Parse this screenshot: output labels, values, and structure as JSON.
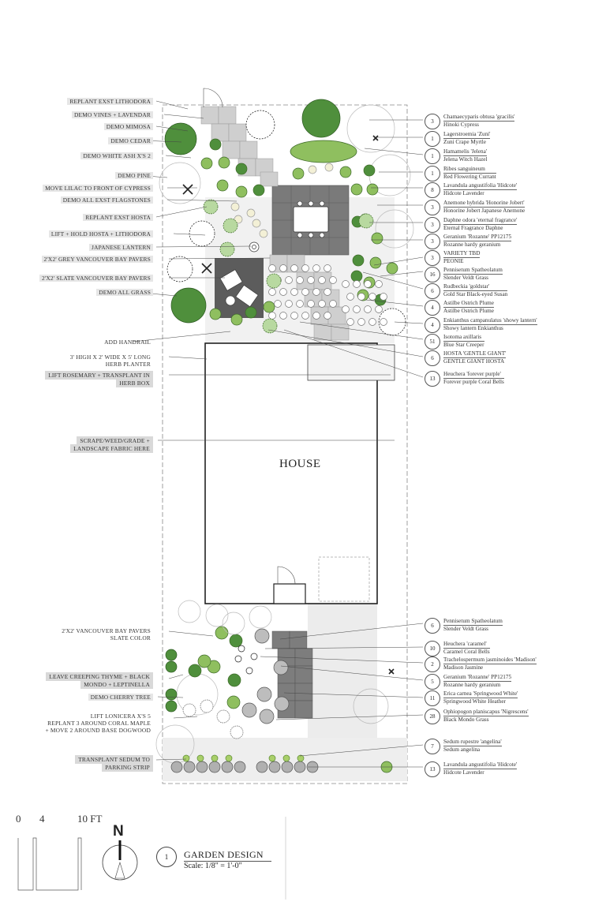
{
  "left_labels_top": [
    {
      "id": "l1",
      "text": "REPLANT EXST LITHODORA"
    },
    {
      "id": "l2",
      "text": "DEMO VINES + LAVENDAR"
    },
    {
      "id": "l3",
      "text": "DEMO MIMOSA"
    },
    {
      "id": "l4",
      "text": "DEMO CEDAR"
    },
    {
      "id": "l5",
      "text": "DEMO WHITE ASH X'S 2"
    },
    {
      "id": "l6",
      "text": "DEMO PINE"
    },
    {
      "id": "l7",
      "text": "MOVE LILAC TO FRONT OF CYPRESS"
    },
    {
      "id": "l8",
      "text": "DEMO ALL EXST FLAGSTONES"
    },
    {
      "id": "l9",
      "text": "REPLANT EXST HOSTA"
    },
    {
      "id": "l10",
      "text": "LIFT + HOLD HOSTA + LITHODORA"
    },
    {
      "id": "l11",
      "text": "JAPANESE LANTERN"
    },
    {
      "id": "l12",
      "text": "2'X2' GREY VANCOUVER BAY PAVERS"
    },
    {
      "id": "l13",
      "text": "2'X2' SLATE VANCOUVER BAY PAVERS"
    },
    {
      "id": "l14",
      "text": "DEMO ALL GRASS"
    },
    {
      "id": "l15",
      "text": "ADD HANDRAIL"
    },
    {
      "id": "l16",
      "text": "3' HIGH X 2' WIDE X 5' LONG"
    },
    {
      "id": "l16b",
      "text": "HERB PLANTER"
    },
    {
      "id": "l17",
      "text": "LIFT ROSEMARY + TRANSPLANT IN"
    },
    {
      "id": "l17b",
      "text": "HERB BOX"
    },
    {
      "id": "l18",
      "text": "SCRAPE/WEED/GRADE +"
    },
    {
      "id": "l18b",
      "text": "LANDSCAPE FABRIC HERE"
    }
  ],
  "left_labels_bottom": [
    {
      "id": "b1",
      "text": "2'X2' VANCOUVER BAY PAVERS"
    },
    {
      "id": "b1b",
      "text": "SLATE COLOR"
    },
    {
      "id": "b2",
      "text": "LEAVE CREEPING THYME + BLACK"
    },
    {
      "id": "b2b",
      "text": "MONDO + LEPTINELLA"
    },
    {
      "id": "b3",
      "text": "DEMO CHERRY TREE"
    },
    {
      "id": "b4",
      "text": "LIFT LONICERA X'S 5"
    },
    {
      "id": "b4b",
      "text": "REPLANT 3 AROUND CORAL MAPLE"
    },
    {
      "id": "b4c",
      "text": "+ MOVE 2 AROUND BASE DOGWOOD"
    },
    {
      "id": "b5",
      "text": "TRANSPLANT SEDUM TO"
    },
    {
      "id": "b5b",
      "text": "PARKING STRIP"
    }
  ],
  "plants_top": [
    {
      "qty": "3",
      "sci": "Chamaecyparis obtusa 'gracilis'",
      "common": "Hinoki Cypress"
    },
    {
      "qty": "1",
      "sci": "Lagerstroemia 'Zuni'",
      "common": "Zuni Crape Myrtle"
    },
    {
      "qty": "1",
      "sci": "Hamamelis 'Jelena'",
      "common": "Jelena Witch Hazel"
    },
    {
      "qty": "1",
      "sci": "Ribes sanguineum",
      "common": "Red Flowering Currant"
    },
    {
      "qty": "8",
      "sci": "Lavandula angustifolia 'Hidcote'",
      "common": "Hidcote Lavender"
    },
    {
      "qty": "3",
      "sci": "Anemone hybrida 'Honorine Jobert'",
      "common": "Honorine Jobert Japanese Anemone"
    },
    {
      "qty": "3",
      "sci": "Daphne odora 'eternal fragrance'",
      "common": "Eternal Fragrance Daphne"
    },
    {
      "qty": "3",
      "sci": "Geranium 'Rozanne' PP12175",
      "common": "Rozanne hardy geranium"
    },
    {
      "qty": "3",
      "sci": "VARIETY TBD",
      "common": "PEONIE"
    },
    {
      "qty": "16",
      "sci": "Pennisetum Spatheolatum",
      "common": "Slender Veldt Grass"
    },
    {
      "qty": "6",
      "sci": "Rudbeckia 'goldstar'",
      "common": "Gold Star Black-eyed Susan"
    },
    {
      "qty": "4",
      "sci": "Astilbe Ostrich Plume",
      "common": "Astilbe Ostrich Plume"
    },
    {
      "qty": "4",
      "sci": "Enkianthus campanulatus 'showy lantern'",
      "common": "Showy lantern Enkianthus"
    },
    {
      "qty": "51",
      "sci": "Isotoma axillaris",
      "common": "Blue Star Creeper"
    },
    {
      "qty": "6",
      "sci": "HOSTA 'GENTLE GIANT'",
      "common": "GENTLE GIANT HOSTA"
    },
    {
      "qty": "13",
      "sci": "Heuchera 'forever purple'",
      "common": "Forever purple Coral Bells"
    }
  ],
  "plants_bottom": [
    {
      "qty": "6",
      "sci": "Pennisetum Spatheolatum",
      "common": "Slender Veldt Grass"
    },
    {
      "qty": "10",
      "sci": "Heuchera 'caramel'",
      "common": "Caramel Coral Bells"
    },
    {
      "qty": "2",
      "sci": "Trachelospermum jasminoides 'Madison'",
      "common": "Madison Jasmine"
    },
    {
      "qty": "5",
      "sci": "Geranium 'Rozanne' PP12175",
      "common": "Rozanne hardy geranium"
    },
    {
      "qty": "11",
      "sci": "Erica carnea 'Springwood White'",
      "common": "Springwood White Heather"
    },
    {
      "qty": "28",
      "sci": "Ophiopogon planiscapus 'Nigrescens'",
      "common": "Black Mondo Grass"
    },
    {
      "qty": "7",
      "sci": "Sedum rupestre 'angelina'",
      "common": "Sedum angelina"
    },
    {
      "qty": "13",
      "sci": "Lavandula angustifolia 'Hidcote'",
      "common": "Hidcote Lavender"
    }
  ],
  "house_label": "HOUSE",
  "scale_bar": {
    "n0": "0",
    "n4": "4",
    "n10": "10 FT"
  },
  "north_label": "N",
  "title_block": {
    "num": "1",
    "title": "GARDEN DESIGN",
    "scale": "Scale: 1/8\" = 1'-0\""
  },
  "colors": {
    "tree_green": "#4f8f3c",
    "shrub_light": "#8fbf5f",
    "lime": "#a9cf6a",
    "paver_dark": "#6b6b6b",
    "paver_light": "#c9c9c9",
    "gravel": "#e3e3e3",
    "line": "#333333"
  }
}
